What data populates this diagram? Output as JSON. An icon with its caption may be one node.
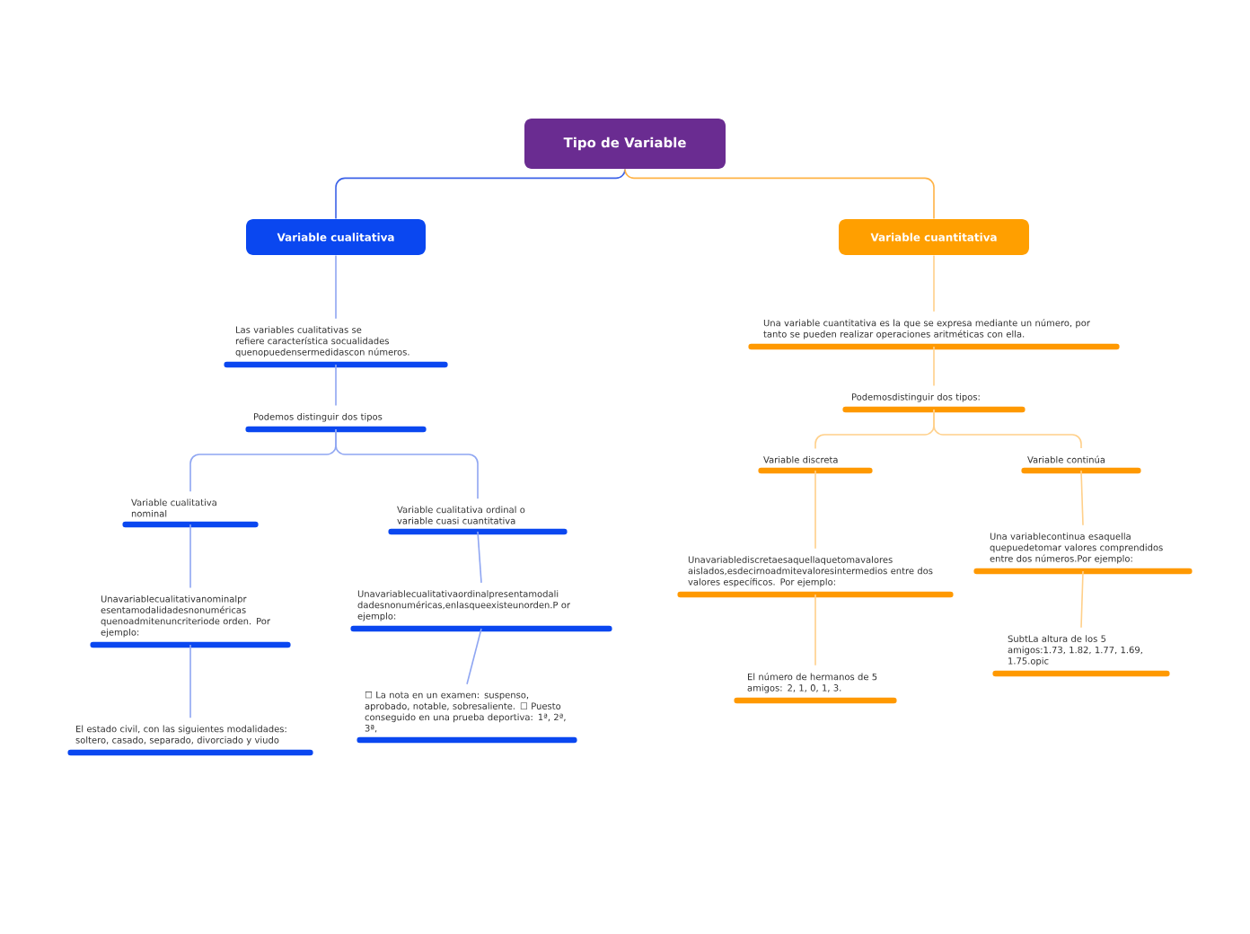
{
  "diagram": {
    "nodes": [
      {
        "text": [
          "Tipo de Variable"
        ]
      },
      {
        "text": [
          "Variable cualitativa"
        ]
      },
      {
        "text": [
          "Variable cuantitativa"
        ]
      },
      {
        "text": [
          "Las variables cualitativas se refiere característica socualidades quenopuedensermedidascon números."
        ]
      },
      {
        "text": [
          "Podemos distinguir dos tipos"
        ]
      },
      {
        "text": [
          "Variable cualitativa nominal"
        ]
      },
      {
        "text": [
          "Variable cualitativa ordinal o variable cuasi cuantitativa"
        ]
      },
      {
        "text": [
          "Unavariablecualitativanominalpr esentamodalidadesnonuméricas quenoadmitenuncriteriode orden. Por ejemplo:"
        ]
      },
      {
        "text": [
          "Unavariablecualitativaordinalpresentamodali dadesnonuméricas,enlasqueexisteunorden.P or ejemplo:"
        ]
      },
      {
        "text": [
          "El estado civil, con las siguientes modalidades: soltero, casado, separado, divorciado y viudo"
        ]
      },
      {
        "text": [
          "☐ La nota en un examen: suspenso, aprobado, notable, sobresaliente. ☐ Puesto conseguido en una prueba deportiva: 1ª, 2ª, 3ª,"
        ]
      },
      {
        "text": [
          "Una variable cuantitativa es la que se expresa mediante un número, por tanto se pueden realizar operaciones aritméticas con ella."
        ]
      },
      {
        "text": [
          "Podemosdistinguir dos tipos:"
        ]
      },
      {
        "text": [
          "Variable discreta"
        ]
      },
      {
        "text": [
          "Variable continúa"
        ]
      },
      {
        "text": [
          "Unavariablediscretaesaquellaquetomavalores aislados,esdecirnoadmitevaloresintermedios entre dos valores específicos. Por ejemplo:"
        ]
      },
      {
        "text": [
          "Una variablecontinua esaquella quepuedetomar valores comprendidos entre dos números.Por ejemplo:"
        ]
      },
      {
        "text": [
          "El número de hermanos de 5 amigos: 2, 1, 0, 1, 3."
        ]
      },
      {
        "text": [
          "SubtLa altura de los 5 amigos:1.73, 1.82, 1.77, 1.69, 1.75.opic"
        ]
      }
    ],
    "edges": [
      {
        "from": 0,
        "to": 1,
        "arrow": "none",
        "color": "#3d63e8"
      },
      {
        "from": 0,
        "to": 2,
        "arrow": "none",
        "color": "#ffb347"
      },
      {
        "from": 1,
        "to": 3,
        "arrow": "none",
        "color": "#8fa6f2"
      },
      {
        "from": 3,
        "to": 4,
        "arrow": "none",
        "color": "#8fa6f2"
      },
      {
        "from": 4,
        "to": 5,
        "arrow": "none",
        "color": "#8fa6f2"
      },
      {
        "from": 4,
        "to": 6,
        "arrow": "none",
        "color": "#8fa6f2"
      },
      {
        "from": 5,
        "to": 7,
        "arrow": "none",
        "color": "#8fa6f2"
      },
      {
        "from": 6,
        "to": 8,
        "arrow": "none",
        "color": "#8fa6f2"
      },
      {
        "from": 7,
        "to": 9,
        "arrow": "none",
        "color": "#8fa6f2"
      },
      {
        "from": 8,
        "to": 10,
        "arrow": "none",
        "color": "#8fa6f2"
      },
      {
        "from": 2,
        "to": 11,
        "arrow": "none",
        "color": "#ffd08a"
      },
      {
        "from": 11,
        "to": 12,
        "arrow": "none",
        "color": "#ffd08a"
      },
      {
        "from": 12,
        "to": 13,
        "arrow": "none",
        "color": "#ffd08a"
      },
      {
        "from": 12,
        "to": 14,
        "arrow": "none",
        "color": "#ffd08a"
      },
      {
        "from": 13,
        "to": 15,
        "arrow": "none",
        "color": "#ffd08a"
      },
      {
        "from": 14,
        "to": 16,
        "arrow": "none",
        "color": "#ffd08a"
      },
      {
        "from": 15,
        "to": 17,
        "arrow": "none",
        "color": "#ffd08a"
      },
      {
        "from": 16,
        "to": 18,
        "arrow": "none",
        "color": "#ffd08a"
      }
    ]
  }
}
